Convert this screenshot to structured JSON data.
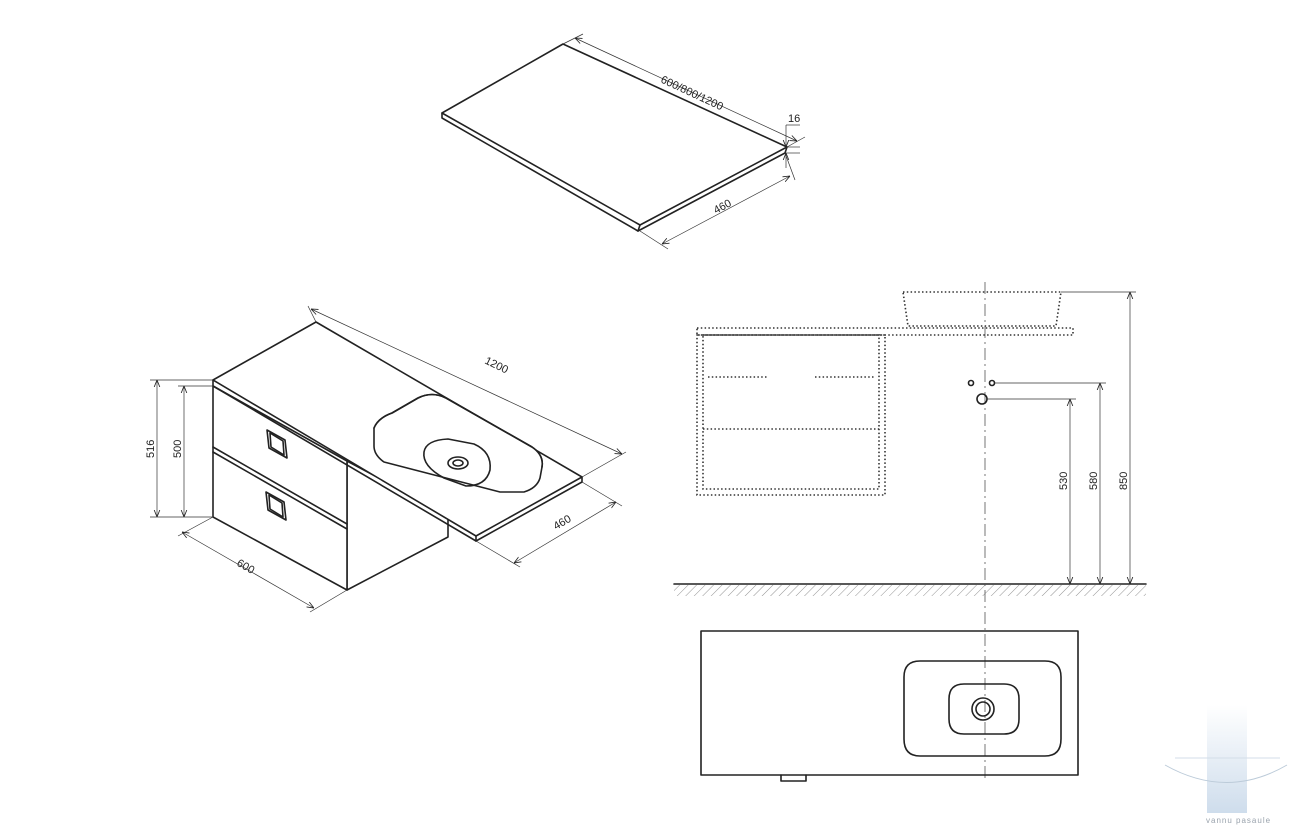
{
  "dimensions": {
    "top_length": "600/800/1200",
    "top_thickness": "16",
    "top_depth": "460",
    "iso_length": "1200",
    "iso_depth": "460",
    "iso_width": "600",
    "iso_height_total": "516",
    "iso_height_body": "500",
    "elev_outlet_low": "530",
    "elev_outlet_high": "580",
    "elev_total": "850"
  },
  "watermark": {
    "text": "vannu pasaule"
  },
  "colors": {
    "line": "#222222",
    "watermark": "#c9d9ea"
  }
}
